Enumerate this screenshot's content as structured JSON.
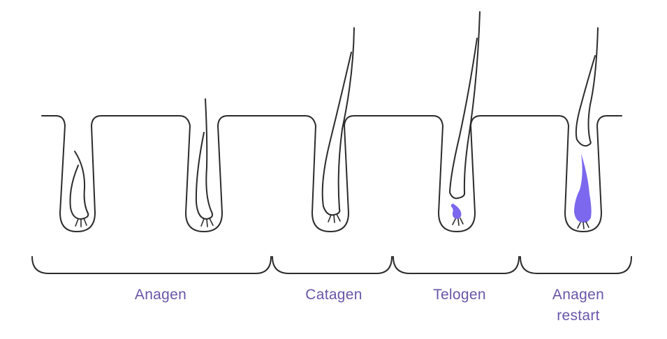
{
  "colors": {
    "line": "#2b2b2b",
    "accent": "#7b68ee",
    "label": "#6a55a8"
  },
  "phases": [
    {
      "label": "Anagen"
    },
    {
      "label": "Catagen"
    },
    {
      "label": "Telogen"
    },
    {
      "label_line1": "Anagen",
      "label_line2": "restart"
    }
  ]
}
